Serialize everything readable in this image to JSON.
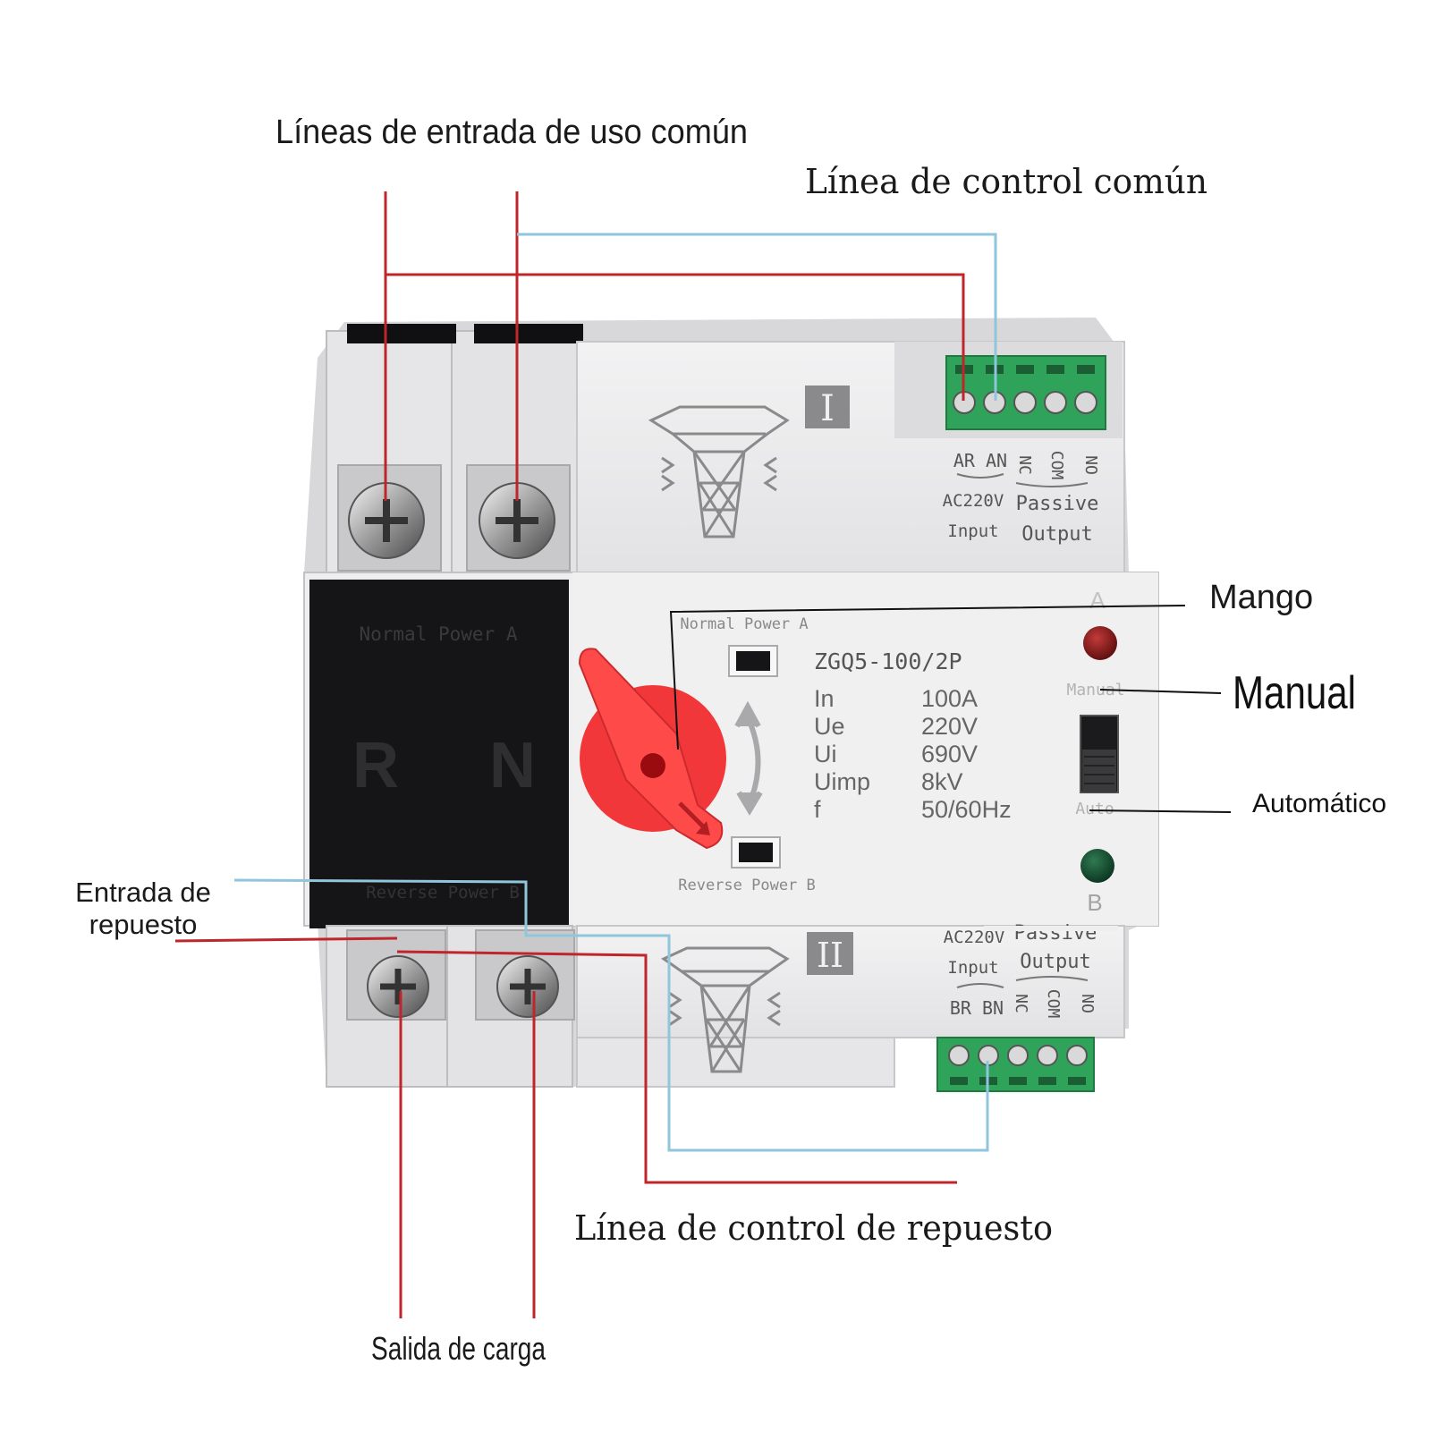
{
  "colors": {
    "background": "#ffffff",
    "device_body": "#ebebec",
    "device_shadow": "#c9c9cc",
    "terminal_cover": "#151517",
    "terminal_block": "#2fa35a",
    "handle_red": "#f2373a",
    "leader_red": "#c0252b",
    "leader_blue": "#8fc6de",
    "indicator_red": "#6e1010",
    "indicator_green": "#0f4a2c"
  },
  "callouts": {
    "common_input_lines": "Líneas de entrada de uso común",
    "common_control_line": "Línea de control común",
    "handle": "Mango",
    "manual": "Manual",
    "automatic": "Automático",
    "backup_input_line1": "Entrada de",
    "backup_input_line2": "repuesto",
    "backup_control_line": "Línea de control de repuesto",
    "load_output": "Salida de carga"
  },
  "device": {
    "model": "ZGQ5-100/2P",
    "section_top_numeral": "I",
    "section_bottom_numeral": "II",
    "cover_top_label": "Normal Power A",
    "cover_bottom_label": "Reverse Power B",
    "phase_r": "R",
    "phase_n": "N",
    "window_top_label": "Normal Power A",
    "window_bottom_label": "Reverse Power B",
    "indicator_a": "A",
    "indicator_b": "B",
    "switch_manual": "Manual",
    "switch_auto": "Auto",
    "specs": [
      {
        "param": "In",
        "value": "100A"
      },
      {
        "param": "Ue",
        "value": "220V"
      },
      {
        "param": "Ui",
        "value": "690V"
      },
      {
        "param": "Uimp",
        "value": "8kV"
      },
      {
        "param": "f",
        "value": "50/60Hz"
      }
    ],
    "top_terminal": {
      "input_pins": "AR AN",
      "nc": "NC",
      "com": "COM",
      "no": "NO",
      "voltage": "AC220V",
      "input_word": "Input",
      "passive_word": "Passive",
      "output_word": "Output"
    },
    "bottom_terminal": {
      "input_pins": "BR BN",
      "nc": "NC",
      "com": "COM",
      "no": "NO",
      "voltage": "AC220V",
      "input_word": "Input",
      "passive_word": "Passive",
      "output_word": "Output"
    }
  }
}
